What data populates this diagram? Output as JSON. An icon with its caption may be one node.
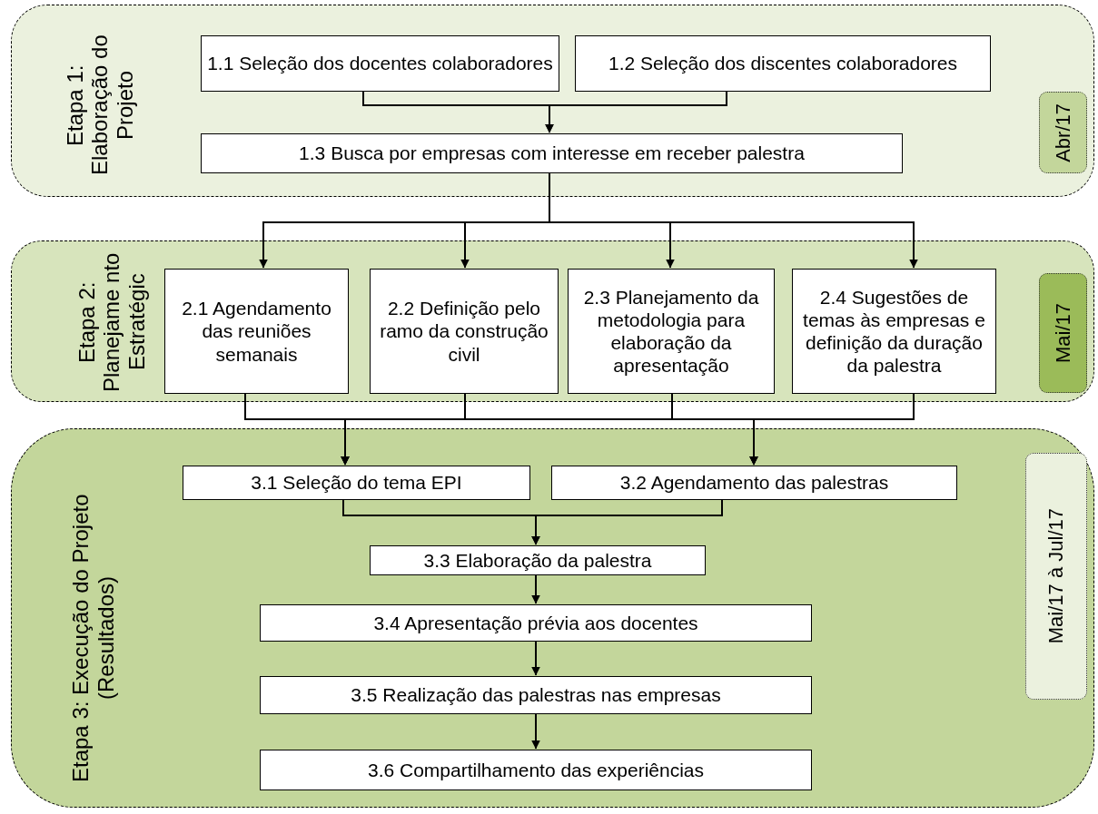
{
  "diagram": {
    "nodes": [
      {
        "text": [
          "Etapa 1: Elaboração do Projeto"
        ]
      },
      {
        "text": [
          "1.1 Seleção dos docentes colaboradores"
        ],
        "in": 0
      },
      {
        "text": [
          "1.2 Seleção dos discentes colaboradores"
        ],
        "in": 0
      },
      {
        "text": [
          "1.3 Busca por empresas com interesse em receber palestra"
        ],
        "in": 0
      },
      {
        "text": [
          "Abr/17"
        ],
        "in": 0
      },
      {
        "text": [
          "Etapa 2: Planejame nto Estratégic"
        ]
      },
      {
        "text": [
          "2.1 Agendamento das reuniões semanais"
        ],
        "in": 5
      },
      {
        "text": [
          "2.2 Definição pelo ramo da construção civil"
        ],
        "in": 5
      },
      {
        "text": [
          "2.3 Planejamento da metodologia para elaboração da apresentação"
        ],
        "in": 5
      },
      {
        "text": [
          "2.4 Sugestões de temas às empresas e definição da duração da palestra"
        ],
        "in": 5
      },
      {
        "text": [
          "Mai/17"
        ],
        "in": 5
      },
      {
        "text": [
          "Etapa 3: Execução do Projeto (Resultados)"
        ]
      },
      {
        "text": [
          "3.1 Seleção do tema EPI"
        ],
        "in": 11
      },
      {
        "text": [
          "3.2 Agendamento das palestras"
        ],
        "in": 11
      },
      {
        "text": [
          "3.3 Elaboração da palestra"
        ],
        "in": 11
      },
      {
        "text": [
          "3.4 Apresentação prévia aos docentes"
        ],
        "in": 11
      },
      {
        "text": [
          "3.5 Realização das palestras nas empresas"
        ],
        "in": 11
      },
      {
        "text": [
          "3.6 Compartilhamento das experiências"
        ],
        "in": 11
      },
      {
        "text": [
          "Mai/17 à Jul/17"
        ],
        "in": 11
      }
    ],
    "edges": [
      {
        "from": 1,
        "to": 3,
        "arrow": "to"
      },
      {
        "from": 2,
        "to": 3,
        "arrow": "to"
      },
      {
        "from": 3,
        "to": 6,
        "arrow": "to"
      },
      {
        "from": 3,
        "to": 7,
        "arrow": "to"
      },
      {
        "from": 3,
        "to": 8,
        "arrow": "to"
      },
      {
        "from": 3,
        "to": 9,
        "arrow": "to"
      },
      {
        "from": 6,
        "to": 12,
        "arrow": "to"
      },
      {
        "from": 7,
        "to": 12,
        "arrow": "to"
      },
      {
        "from": 8,
        "to": 12,
        "arrow": "to"
      },
      {
        "from": 9,
        "to": 12,
        "arrow": "to"
      },
      {
        "from": 6,
        "to": 13,
        "arrow": "to"
      },
      {
        "from": 7,
        "to": 13,
        "arrow": "to"
      },
      {
        "from": 8,
        "to": 13,
        "arrow": "to"
      },
      {
        "from": 9,
        "to": 13,
        "arrow": "to"
      },
      {
        "from": 12,
        "to": 14,
        "arrow": "to"
      },
      {
        "from": 13,
        "to": 14,
        "arrow": "to"
      },
      {
        "from": 14,
        "to": 15,
        "arrow": "to"
      },
      {
        "from": 15,
        "to": 16,
        "arrow": "to"
      },
      {
        "from": 16,
        "to": 17,
        "arrow": "to"
      }
    ]
  }
}
